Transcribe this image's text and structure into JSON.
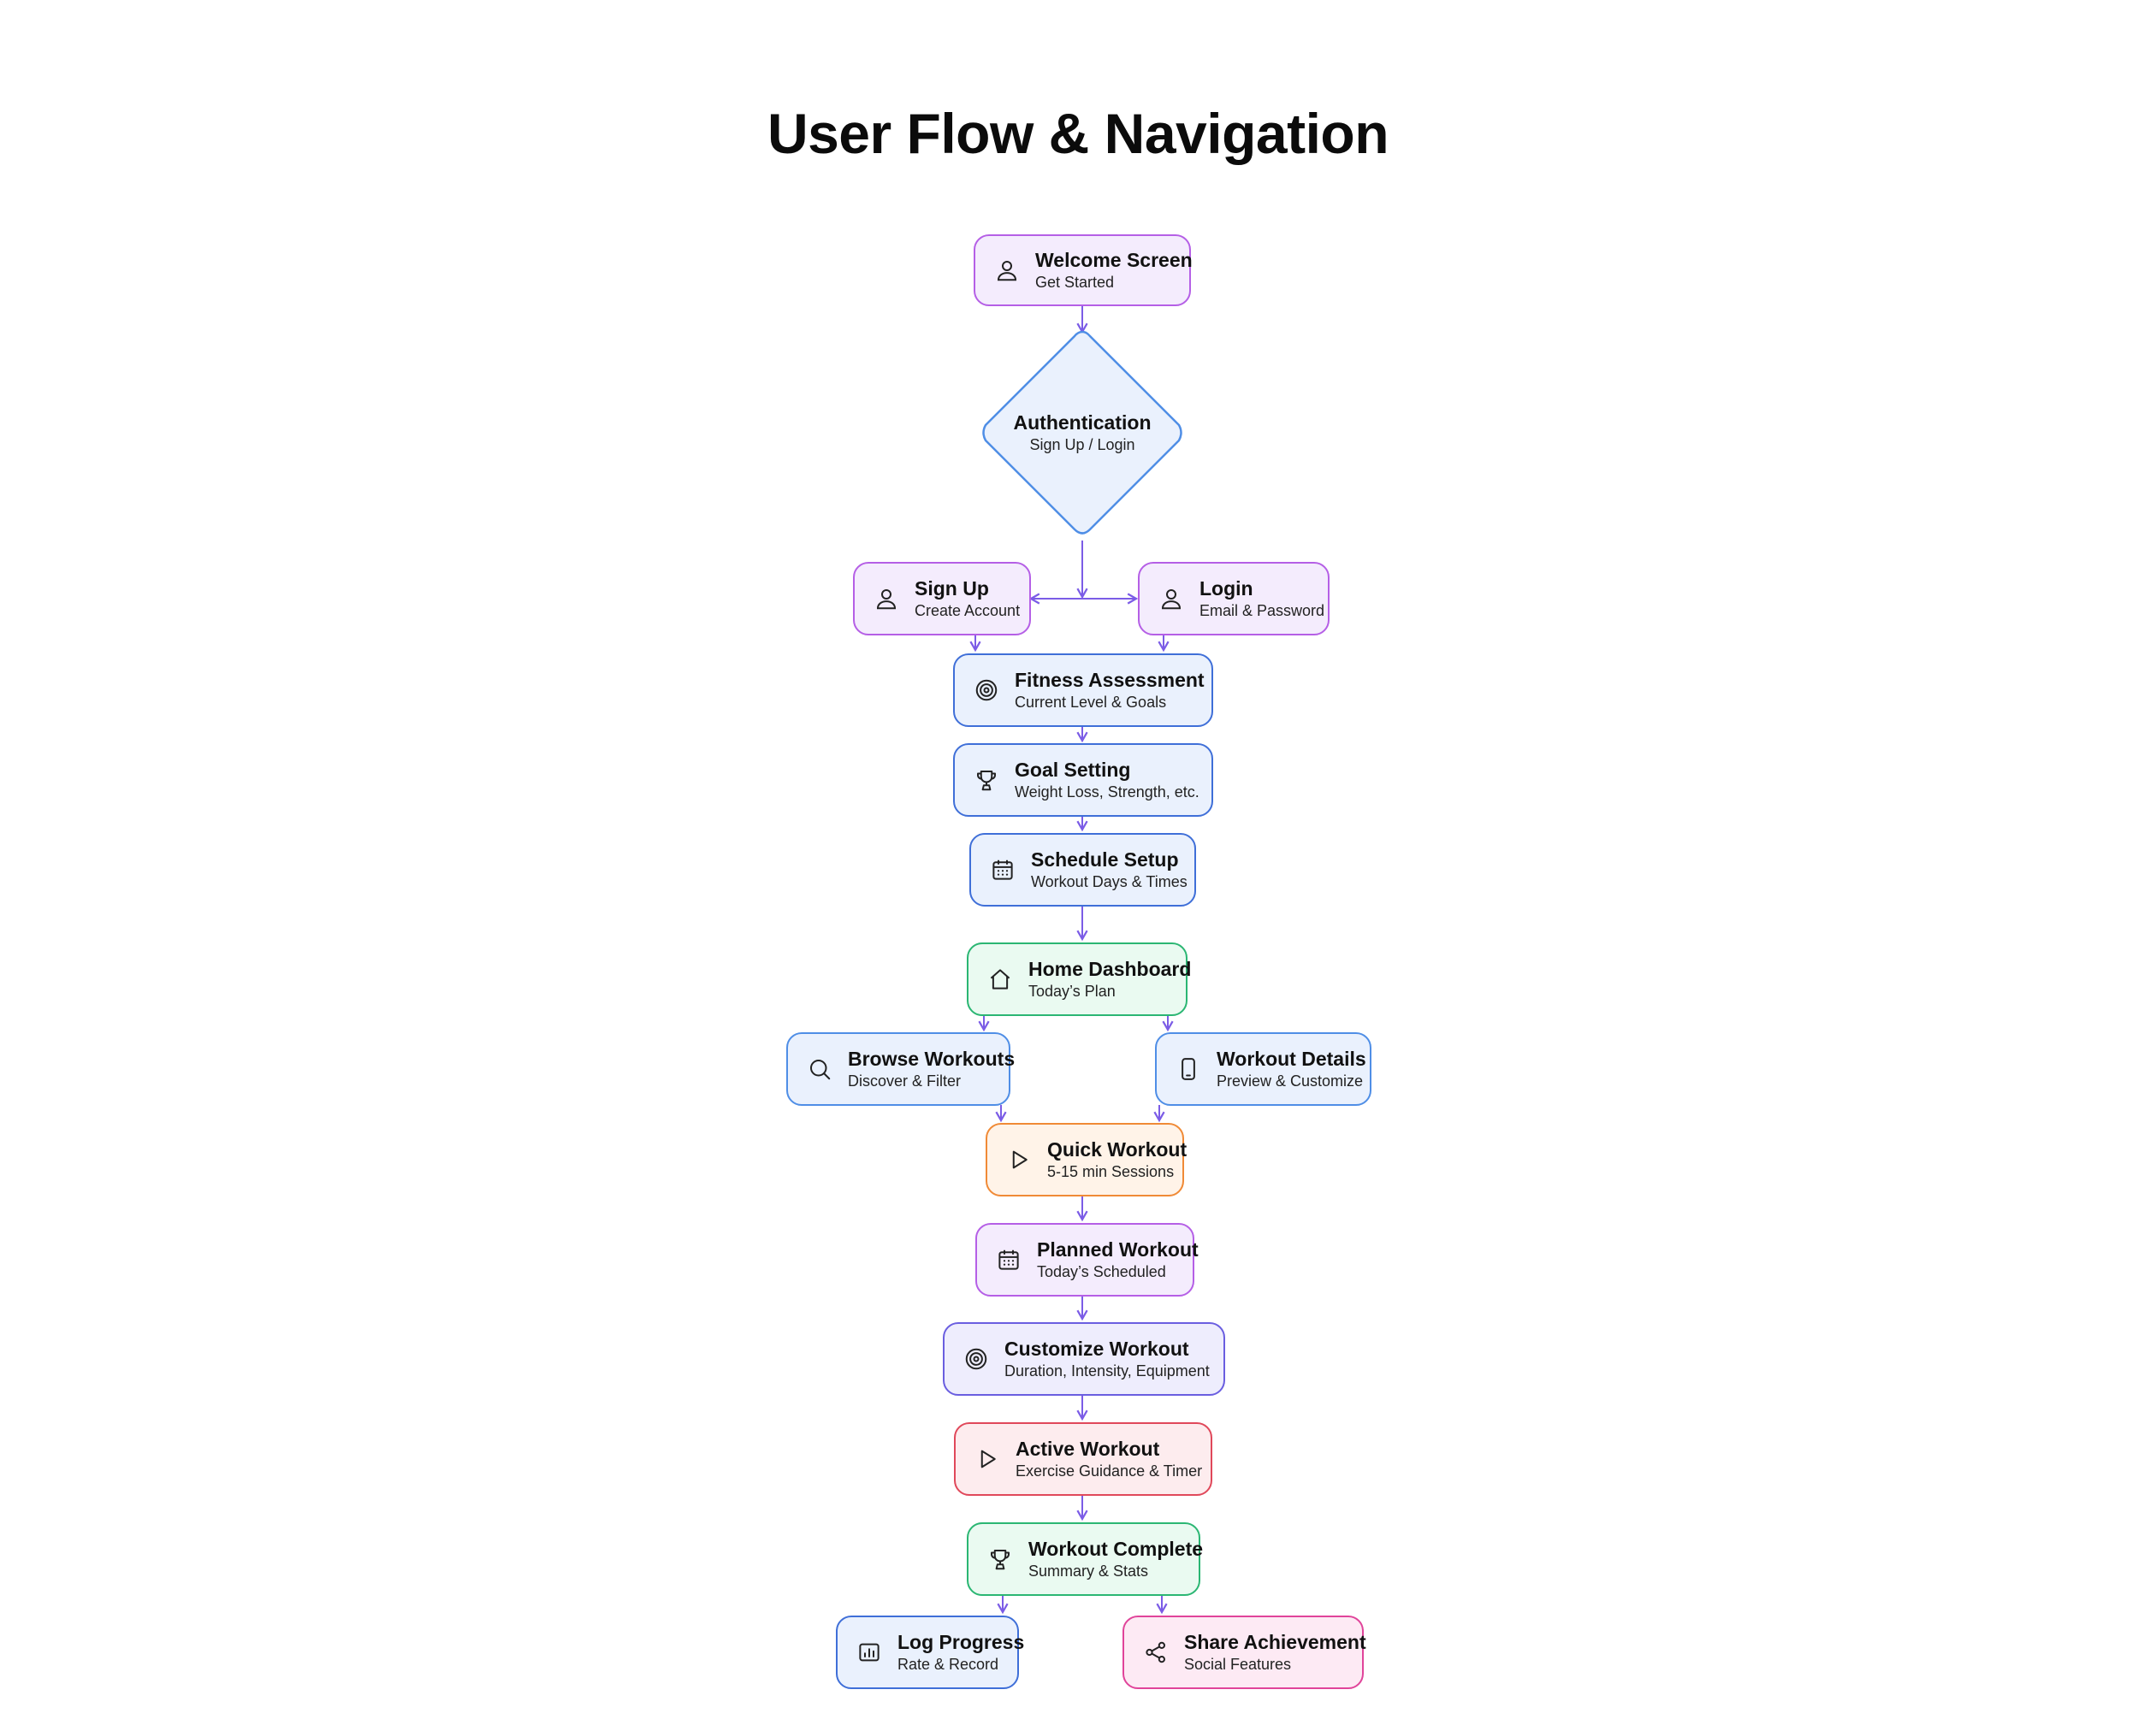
{
  "title": "User Flow & Navigation",
  "colors": {
    "connector": "#7b5ce6",
    "purple": "#b55fe6",
    "blue": "#3f6fd8",
    "light_blue": "#4f8ee6",
    "green": "#2bb673",
    "orange": "#f08a36",
    "indigo": "#6a5ee0",
    "red": "#e0485a",
    "pink": "#e0449a"
  },
  "nodes": {
    "welcome": {
      "title": "Welcome Screen",
      "subtitle": "Get Started",
      "icon": "user-icon"
    },
    "auth": {
      "title": "Authentication",
      "subtitle": "Sign Up / Login",
      "shape": "diamond"
    },
    "signup": {
      "title": "Sign Up",
      "subtitle": "Create Account",
      "icon": "user-icon"
    },
    "login": {
      "title": "Login",
      "subtitle": "Email & Password",
      "icon": "user-icon"
    },
    "fitness": {
      "title": "Fitness Assessment",
      "subtitle": "Current Level & Goals",
      "icon": "target-icon"
    },
    "goal": {
      "title": "Goal Setting",
      "subtitle": "Weight Loss, Strength, etc.",
      "icon": "trophy-icon"
    },
    "schedule": {
      "title": "Schedule Setup",
      "subtitle": "Workout Days & Times",
      "icon": "calendar-icon"
    },
    "home": {
      "title": "Home Dashboard",
      "subtitle": "Today’s Plan",
      "icon": "home-icon"
    },
    "browse": {
      "title": "Browse Workouts",
      "subtitle": "Discover & Filter",
      "icon": "search-icon"
    },
    "details": {
      "title": "Workout Details",
      "subtitle": "Preview & Customize",
      "icon": "phone-icon"
    },
    "quick": {
      "title": "Quick Workout",
      "subtitle": "5-15 min Sessions",
      "icon": "play-icon"
    },
    "planned": {
      "title": "Planned Workout",
      "subtitle": "Today’s Scheduled",
      "icon": "calendar-icon"
    },
    "customize": {
      "title": "Customize Workout",
      "subtitle": "Duration, Intensity, Equipment",
      "icon": "target-icon"
    },
    "active": {
      "title": "Active Workout",
      "subtitle": "Exercise Guidance & Timer",
      "icon": "play-icon"
    },
    "complete": {
      "title": "Workout Complete",
      "subtitle": "Summary & Stats",
      "icon": "trophy-icon"
    },
    "log": {
      "title": "Log Progress",
      "subtitle": "Rate & Record",
      "icon": "bar-chart-icon"
    },
    "share": {
      "title": "Share Achievement",
      "subtitle": "Social Features",
      "icon": "share-icon"
    }
  }
}
